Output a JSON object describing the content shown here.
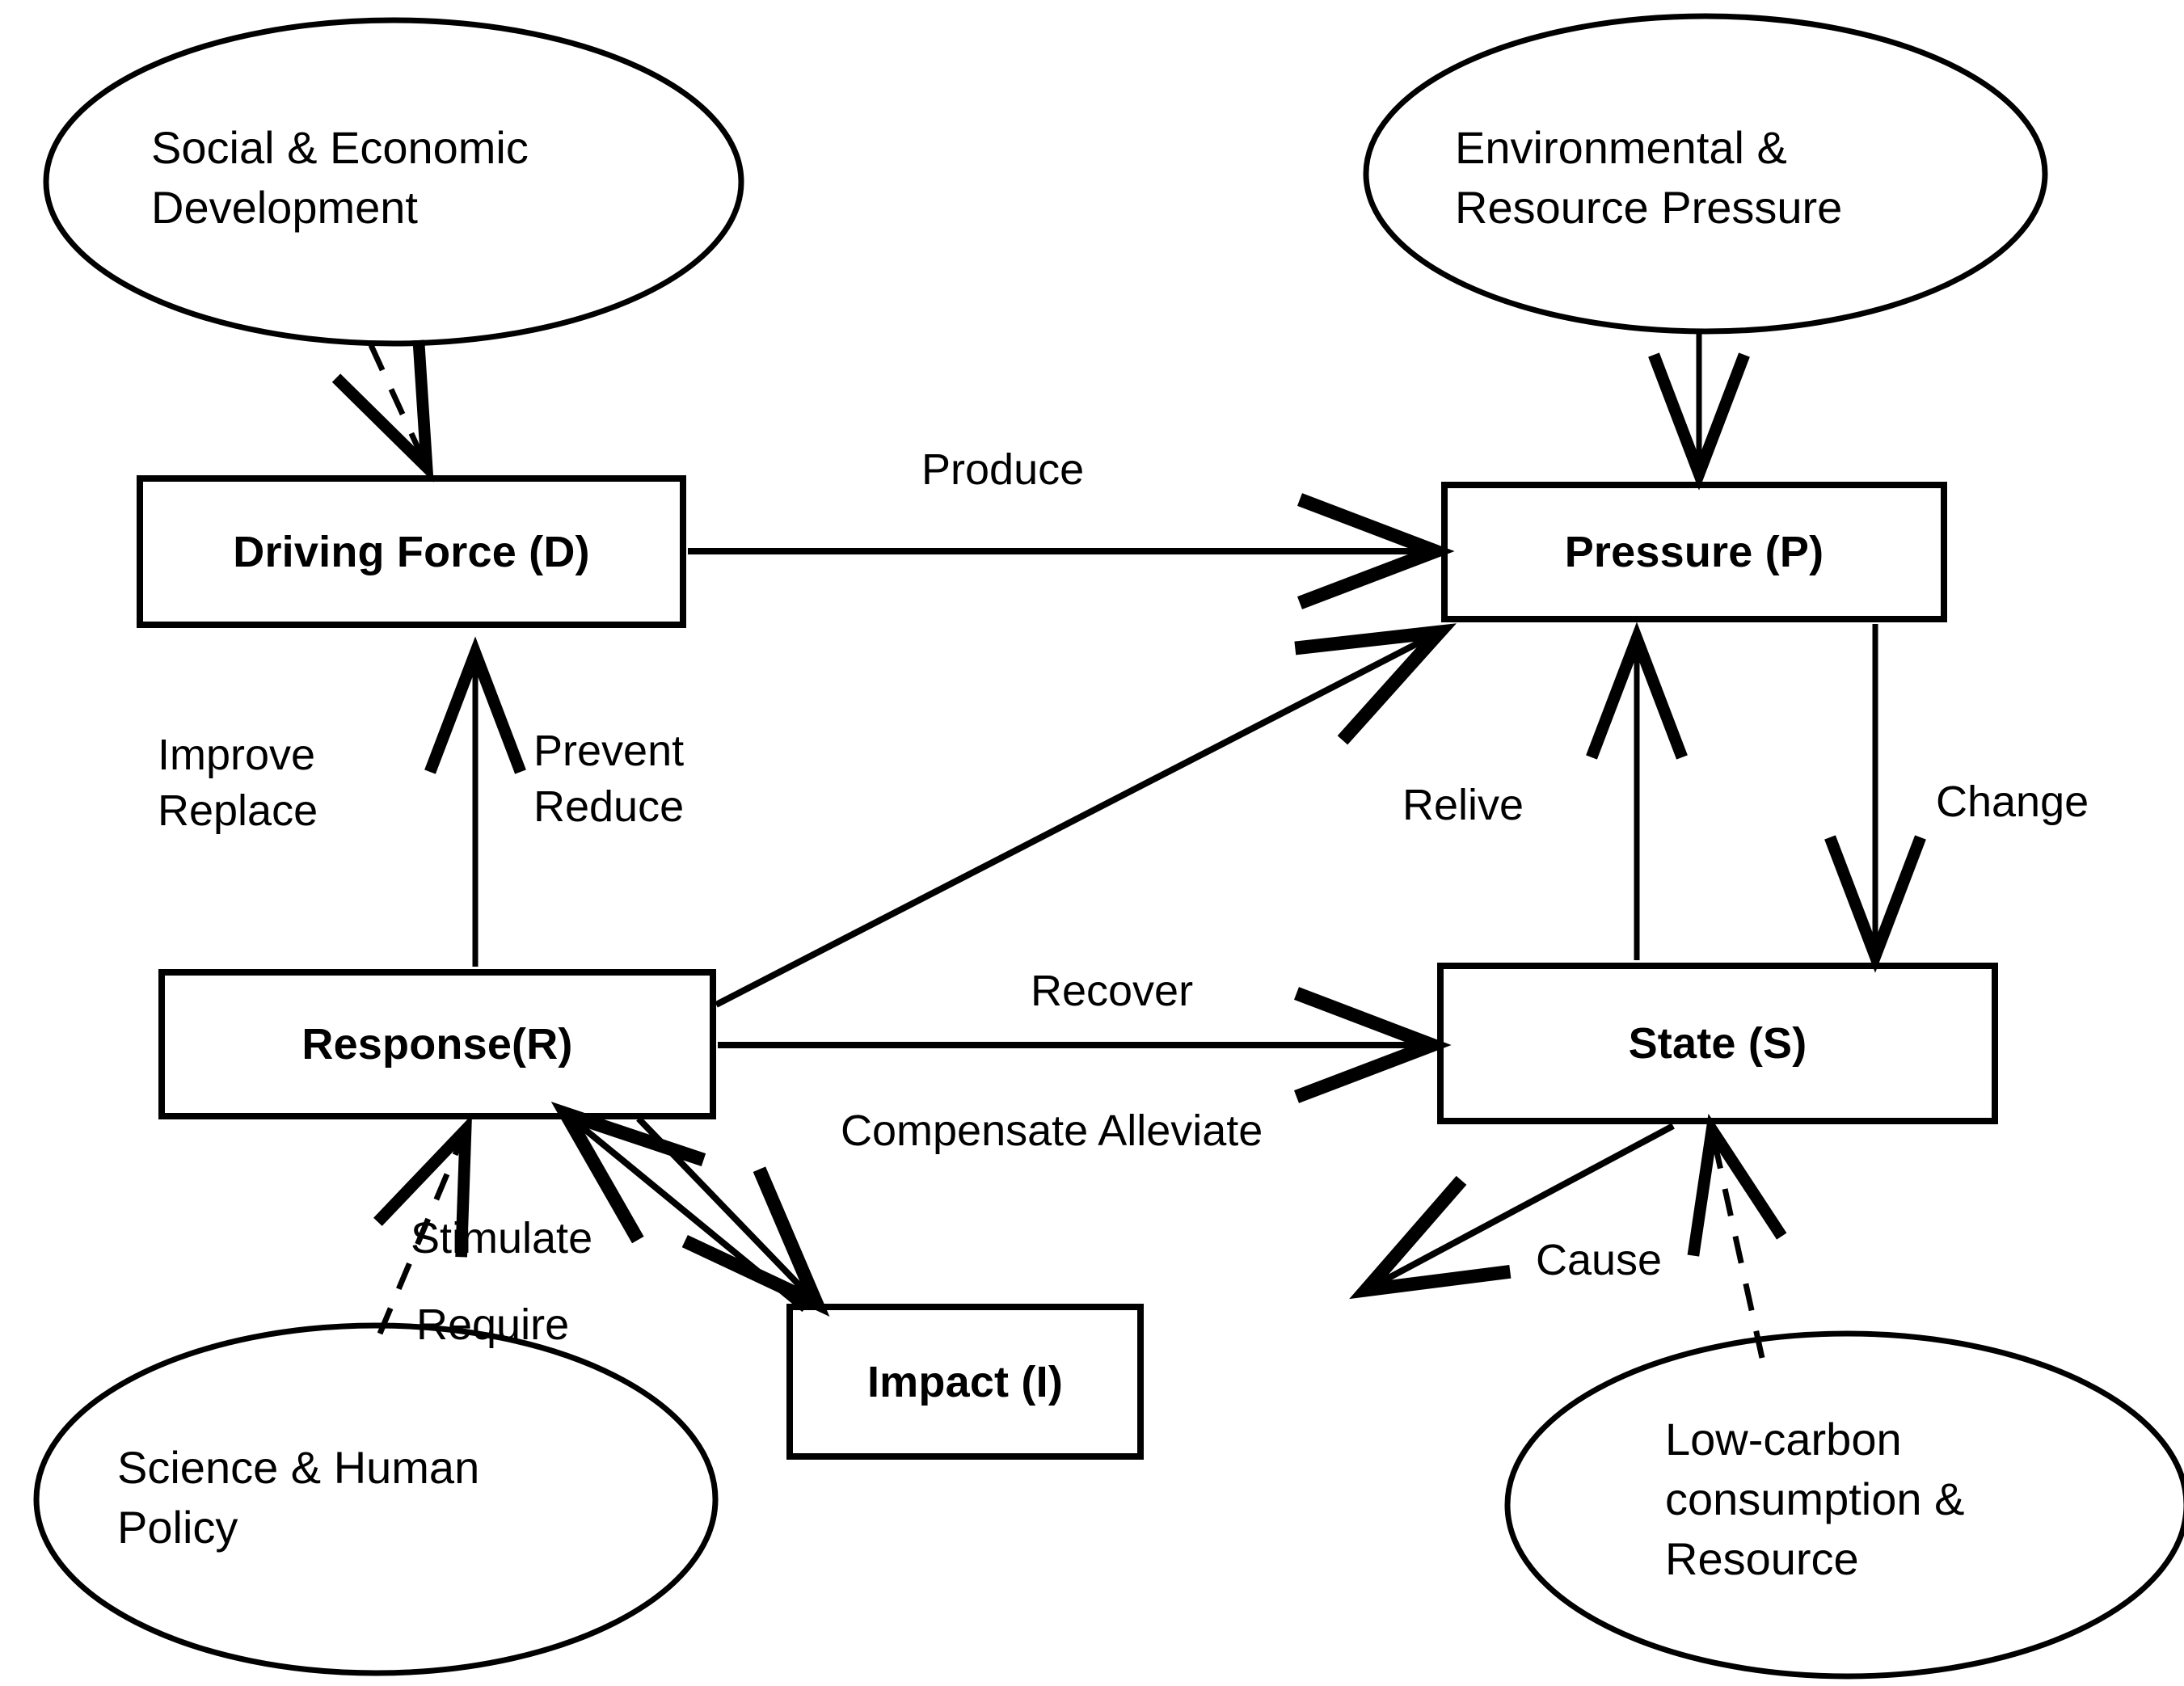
{
  "diagram": {
    "title_present": false,
    "stroke_color": "#000000",
    "fill_color": "#ffffff",
    "boxes": [
      {
        "id": "driving-force",
        "label": "Driving Force (D)"
      },
      {
        "id": "pressure",
        "label": "Pressure (P)"
      },
      {
        "id": "response",
        "label": "Response(R)"
      },
      {
        "id": "state",
        "label": "State (S)"
      },
      {
        "id": "impact",
        "label": "Impact (I)"
      }
    ],
    "ellipses": [
      {
        "id": "social-economic-development",
        "lines": [
          "Social &  Economic",
          "Development"
        ]
      },
      {
        "id": "environmental-resource-pressure",
        "lines": [
          "Environmental   &",
          "Resource Pressure"
        ]
      },
      {
        "id": "science-human-policy",
        "lines": [
          "Science &  Human",
          "Policy"
        ]
      },
      {
        "id": "low-carbon-consumption-resource",
        "lines": [
          "Low-carbon",
          "consumption &",
          "Resource"
        ]
      }
    ],
    "edge_labels": [
      {
        "id": "produce",
        "text": "Produce"
      },
      {
        "id": "improve-replace",
        "text": "Improve\nReplace"
      },
      {
        "id": "prevent-reduce",
        "text": "Prevent\nReduce"
      },
      {
        "id": "relive",
        "text": "Relive"
      },
      {
        "id": "change",
        "text": "Change"
      },
      {
        "id": "recover",
        "text": "Recover"
      },
      {
        "id": "compensate-alleviate",
        "text": "Compensate Alleviate"
      },
      {
        "id": "stimulate",
        "text": "Stimulate"
      },
      {
        "id": "require",
        "text": "Require"
      },
      {
        "id": "cause",
        "text": "Cause"
      }
    ]
  },
  "chart_data": {
    "type": "diagram",
    "title": "",
    "nodes": [
      {
        "name": "Social &  Economic Development",
        "shape": "ellipse",
        "role": "external-factor"
      },
      {
        "name": "Environmental   & Resource Pressure",
        "shape": "ellipse",
        "role": "external-factor"
      },
      {
        "name": "Science &  Human Policy",
        "shape": "ellipse",
        "role": "external-factor"
      },
      {
        "name": "Low-carbon consumption & Resource",
        "shape": "ellipse",
        "role": "external-factor"
      },
      {
        "name": "Driving Force (D)",
        "shape": "rectangle",
        "role": "dpsir-component"
      },
      {
        "name": "Pressure (P)",
        "shape": "rectangle",
        "role": "dpsir-component"
      },
      {
        "name": "State (S)",
        "shape": "rectangle",
        "role": "dpsir-component"
      },
      {
        "name": "Impact (I)",
        "shape": "rectangle",
        "role": "dpsir-component"
      },
      {
        "name": "Response(R)",
        "shape": "rectangle",
        "role": "dpsir-component"
      }
    ],
    "edges": [
      {
        "from": "Social &  Economic Development",
        "to": "Driving Force (D)",
        "label": "",
        "style": "dashed",
        "arrow": "single"
      },
      {
        "from": "Environmental   & Resource Pressure",
        "to": "Pressure (P)",
        "label": "",
        "style": "solid",
        "arrow": "single"
      },
      {
        "from": "Driving Force (D)",
        "to": "Pressure (P)",
        "label": "Produce",
        "style": "solid",
        "arrow": "single"
      },
      {
        "from": "Pressure (P)",
        "to": "State (S)",
        "label": "Change",
        "style": "solid",
        "arrow": "single"
      },
      {
        "from": "State (S)",
        "to": "Pressure (P)",
        "label": "Relive",
        "style": "solid",
        "arrow": "single"
      },
      {
        "from": "State (S)",
        "to": "Impact (I)",
        "label": "Cause",
        "style": "solid",
        "arrow": "single"
      },
      {
        "from": "Response(R)",
        "to": "Driving Force (D)",
        "label": "Improve Replace / Prevent Reduce",
        "style": "solid",
        "arrow": "single"
      },
      {
        "from": "Response(R)",
        "to": "Pressure (P)",
        "label": "",
        "style": "solid",
        "arrow": "single"
      },
      {
        "from": "Response(R)",
        "to": "State (S)",
        "label": "Recover Compensate Alleviate",
        "style": "solid",
        "arrow": "single"
      },
      {
        "from": "Response(R)",
        "to": "Impact (I)",
        "label": "",
        "style": "solid",
        "arrow": "double"
      },
      {
        "from": "Science &  Human Policy",
        "to": "Response(R)",
        "label": "Stimulate Require",
        "style": "dashed",
        "arrow": "single"
      },
      {
        "from": "Low-carbon consumption & Resource",
        "to": "State (S)",
        "label": "",
        "style": "dashed",
        "arrow": "single"
      }
    ]
  }
}
